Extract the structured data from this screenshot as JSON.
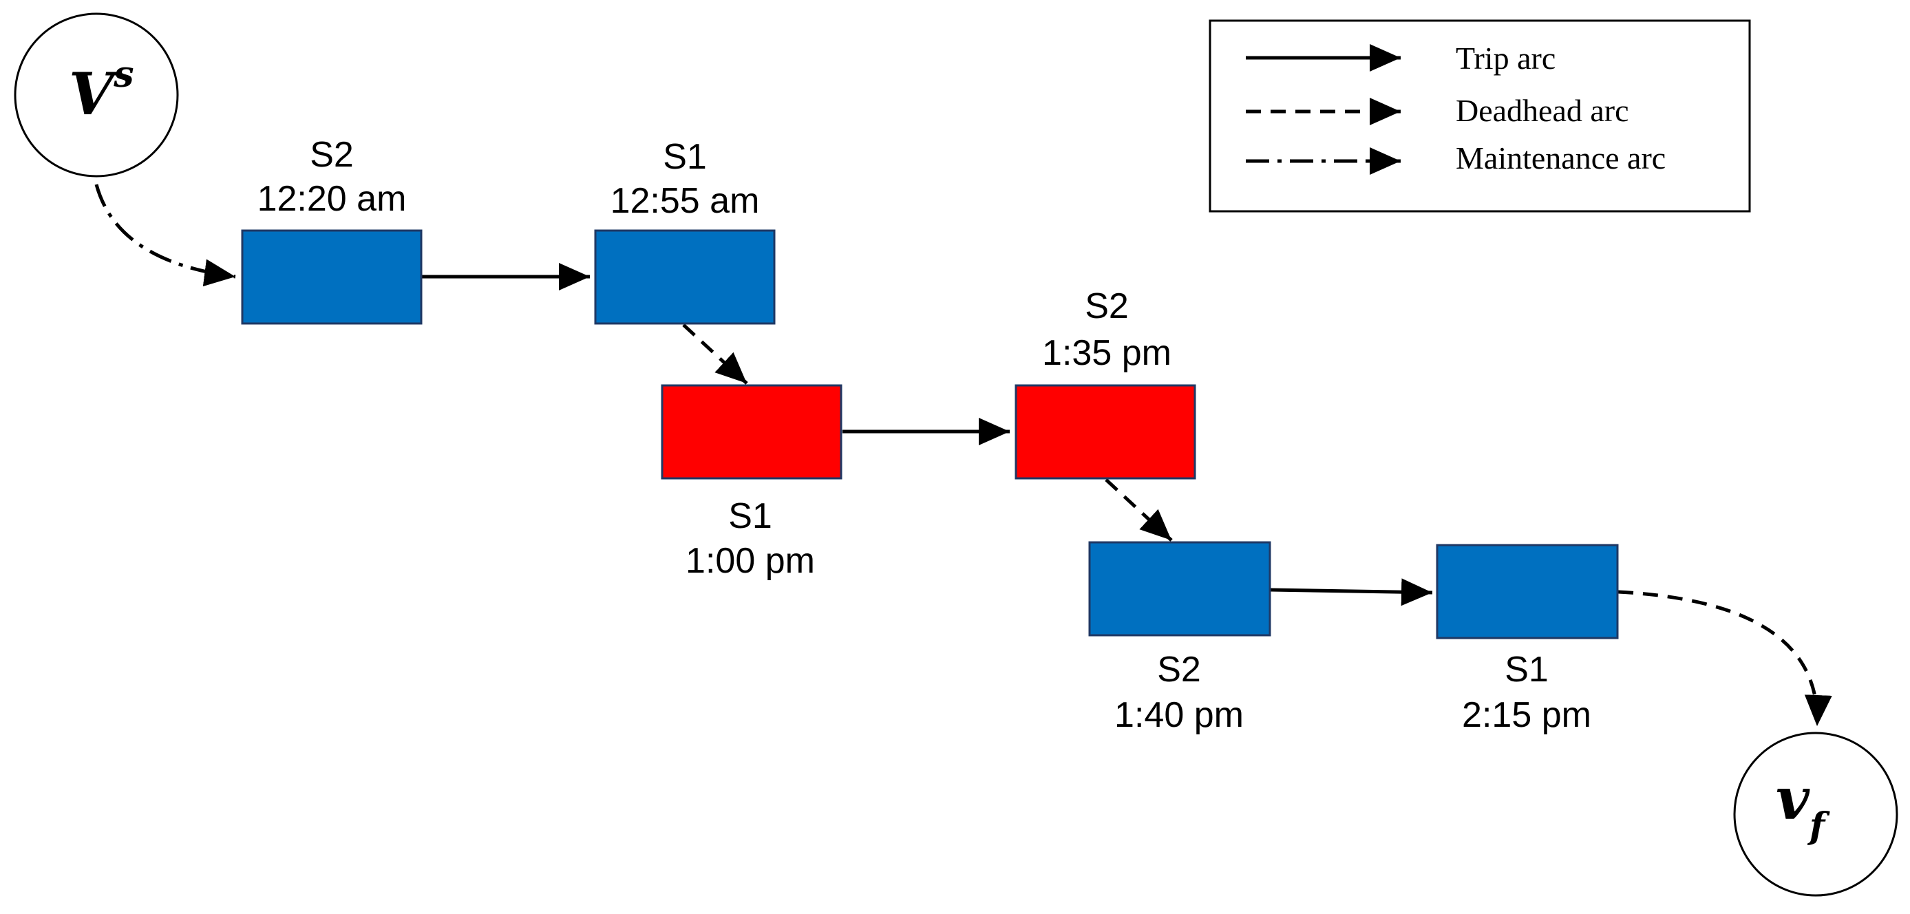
{
  "colors": {
    "blue_node": "#0070C0",
    "red_node": "#FF0000",
    "stroke": "#000000"
  },
  "terminals": {
    "source": {
      "main": "V",
      "sup": "s"
    },
    "sink": {
      "main": "v",
      "sub": "f"
    }
  },
  "nodes": [
    {
      "id": "n1",
      "station": "S2",
      "time": "12:20 am",
      "color": "blue",
      "label_position": "above"
    },
    {
      "id": "n2",
      "station": "S1",
      "time": "12:55 am",
      "color": "blue",
      "label_position": "above"
    },
    {
      "id": "n3",
      "station": "S1",
      "time": "1:00 pm",
      "color": "red",
      "label_position": "below"
    },
    {
      "id": "n4",
      "station": "S2",
      "time": "1:35 pm",
      "color": "red",
      "label_position": "above"
    },
    {
      "id": "n5",
      "station": "S2",
      "time": "1:40 pm",
      "color": "blue",
      "label_position": "below"
    },
    {
      "id": "n6",
      "station": "S1",
      "time": "2:15 pm",
      "color": "blue",
      "label_position": "below"
    }
  ],
  "arcs": [
    {
      "from": "source",
      "to": "n1",
      "type": "maintenance"
    },
    {
      "from": "n1",
      "to": "n2",
      "type": "trip"
    },
    {
      "from": "n2",
      "to": "n3",
      "type": "deadhead"
    },
    {
      "from": "n3",
      "to": "n4",
      "type": "trip"
    },
    {
      "from": "n4",
      "to": "n5",
      "type": "deadhead"
    },
    {
      "from": "n5",
      "to": "n6",
      "type": "trip"
    },
    {
      "from": "n6",
      "to": "sink",
      "type": "deadhead"
    }
  ],
  "legend": {
    "items": [
      {
        "type": "trip",
        "label": "Trip arc"
      },
      {
        "type": "deadhead",
        "label": "Deadhead arc"
      },
      {
        "type": "maintenance",
        "label": "Maintenance arc"
      }
    ]
  }
}
